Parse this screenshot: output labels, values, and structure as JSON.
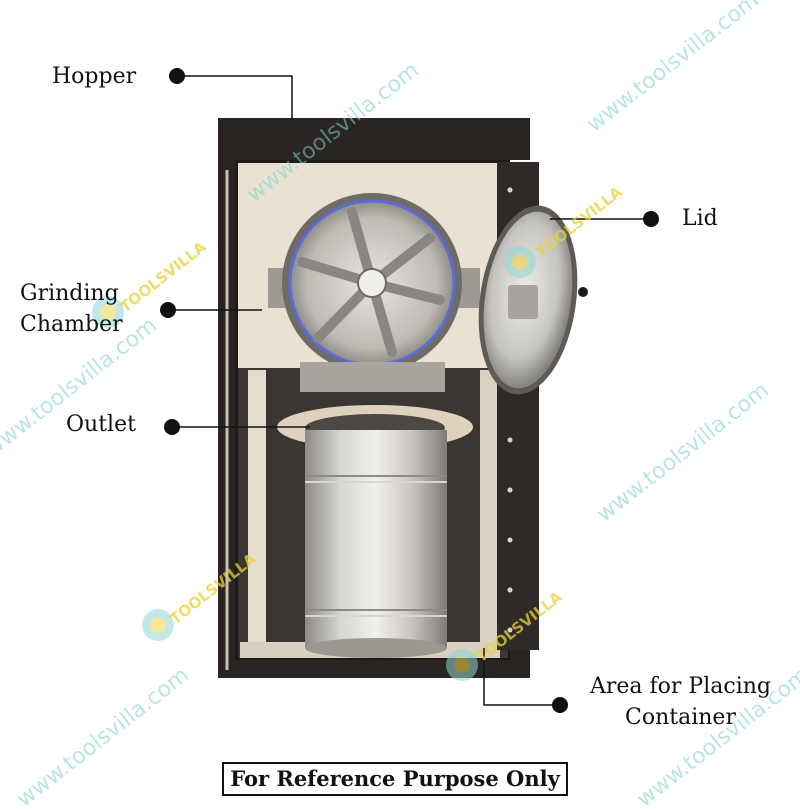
{
  "callouts": {
    "hopper": "Hopper",
    "lid": "Lid",
    "grinding_line1": "Grinding",
    "grinding_line2": "Chamber",
    "outlet": "Outlet",
    "area_line1": "Area for Placing",
    "area_line2": "Container"
  },
  "footer_note": "For Reference Purpose Only",
  "watermark": {
    "url_text": "www.toolsvilla.com",
    "brand_text": "TOOLSVILLA",
    "url_color": "#7fd1cf",
    "brand_color": "#e9d23a"
  },
  "colors": {
    "cabinet_frame": "#2a2522",
    "cabinet_panel": "#e9e2d2",
    "steel": "#b9b6b1",
    "callout_line": "#111111"
  },
  "icons": [
    "callout-dot-icon",
    "toolsvilla-logo-icon"
  ]
}
